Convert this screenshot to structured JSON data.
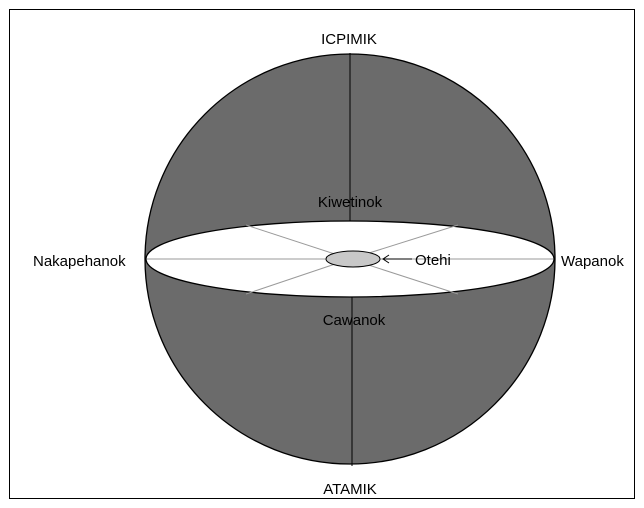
{
  "diagram": {
    "labels": {
      "top": "ICPIMIK",
      "bottom": "ATAMIK",
      "left": "Nakapehanok",
      "right": "Wapanok",
      "north": "Kiwetinok",
      "south": "Cawanok",
      "center": "Otehi"
    },
    "colors": {
      "sphere_fill": "#6b6b6b",
      "disc_fill": "#ffffff",
      "center_fill": "#c8c8c8",
      "stroke": "#000000"
    }
  }
}
